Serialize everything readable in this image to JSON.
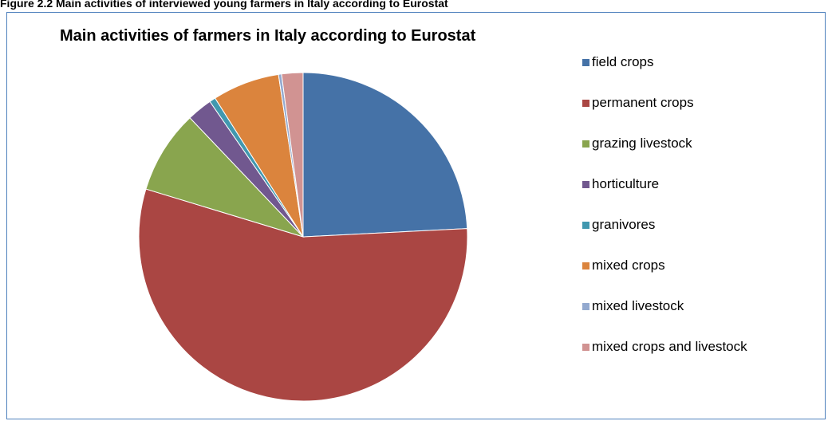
{
  "figure": {
    "caption": "Figure 2.2 Main activities of interviewed young farmers in Italy according to Eurostat"
  },
  "chart_data": {
    "type": "pie",
    "title": "Main activities of farmers in Italy according to Eurostat",
    "categories": [
      "field crops",
      "permanent crops",
      "grazing livestock",
      "horticulture",
      "granivores",
      "mixed crops",
      "mixed livestock",
      "mixed crops and livestock"
    ],
    "values": [
      24.2,
      55.5,
      8.2,
      2.5,
      0.6,
      6.6,
      0.3,
      2.1
    ],
    "colors": [
      "#4572a7",
      "#aa4643",
      "#89a54e",
      "#71588f",
      "#4198af",
      "#db843d",
      "#93a9cf",
      "#d19392"
    ],
    "legend_position": "right",
    "start_angle_deg": 0,
    "direction": "clockwise"
  }
}
